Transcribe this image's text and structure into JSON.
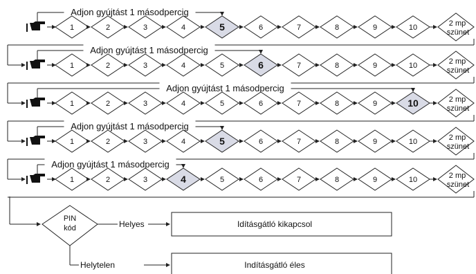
{
  "rows": [
    {
      "ignition_label": "Adjon gyújtást 1 másodpercig",
      "steps": [
        "1",
        "2",
        "3",
        "4",
        "5",
        "6",
        "7",
        "8",
        "9",
        "10"
      ],
      "highlight": "5",
      "pause_line1": "2 mp",
      "pause_line2": "szünet"
    },
    {
      "ignition_label": "Adjon gyújtást 1 másodpercig",
      "steps": [
        "1",
        "2",
        "3",
        "4",
        "5",
        "6",
        "7",
        "8",
        "9",
        "10"
      ],
      "highlight": "6",
      "pause_line1": "2 mp",
      "pause_line2": "szünet"
    },
    {
      "ignition_label": "Adjon gyújtást 1 másodpercig",
      "steps": [
        "1",
        "2",
        "3",
        "4",
        "5",
        "6",
        "7",
        "8",
        "9",
        "10"
      ],
      "highlight": "10",
      "pause_line1": "2 mp",
      "pause_line2": "szünet"
    },
    {
      "ignition_label": "Adjon gyújtást 1 másodpercig",
      "steps": [
        "1",
        "2",
        "3",
        "4",
        "5",
        "6",
        "7",
        "8",
        "9",
        "10"
      ],
      "highlight": "5",
      "pause_line1": "2 mp",
      "pause_line2": "szünet"
    },
    {
      "ignition_label": "Adjon gyújtást 1 másodpercig",
      "steps": [
        "1",
        "2",
        "3",
        "4",
        "5",
        "6",
        "7",
        "8",
        "9",
        "10"
      ],
      "highlight": "4",
      "pause_line1": "2 mp",
      "pause_line2": "szünet"
    }
  ],
  "decision": {
    "line1": "PIN",
    "line2": "kód",
    "correct_label": "Helyes",
    "incorrect_label": "Helytelen",
    "correct_result": "Idításgátló kikapcsol",
    "incorrect_result": "Indításgátló éles"
  },
  "icons": [
    "pointing-hand-icon"
  ]
}
